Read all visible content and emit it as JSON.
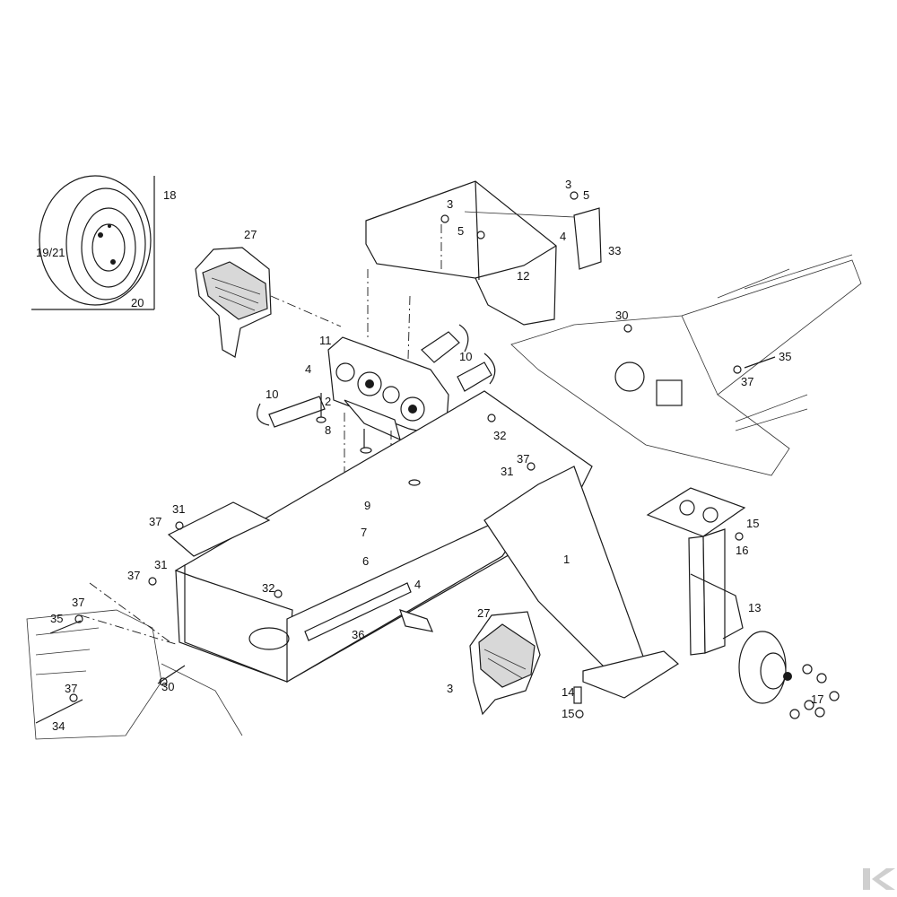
{
  "labels": {
    "l1": "1",
    "l2": "2",
    "l3a": "3",
    "l3b": "3",
    "l3c": "3",
    "l4a": "4",
    "l4b": "4",
    "l4c": "4",
    "l5a": "5",
    "l5b": "5",
    "l6": "6",
    "l7": "7",
    "l8": "8",
    "l9": "9",
    "l10a": "10",
    "l10b": "10",
    "l11": "11",
    "l12": "12",
    "l13": "13",
    "l14": "14",
    "l15a": "15",
    "l15b": "15",
    "l16": "16",
    "l17": "17",
    "l18": "18",
    "l1921": "19/21",
    "l20": "20",
    "l27a": "27",
    "l27b": "27",
    "l30a": "30",
    "l30b": "30",
    "l31a": "31",
    "l31b": "31",
    "l31c": "31",
    "l32a": "32",
    "l32b": "32",
    "l33": "33",
    "l34": "34",
    "l35a": "35",
    "l35b": "35",
    "l36": "36",
    "l37a": "37",
    "l37b": "37",
    "l37c": "37",
    "l37d": "37",
    "l37e": "37",
    "l37f": "37"
  }
}
